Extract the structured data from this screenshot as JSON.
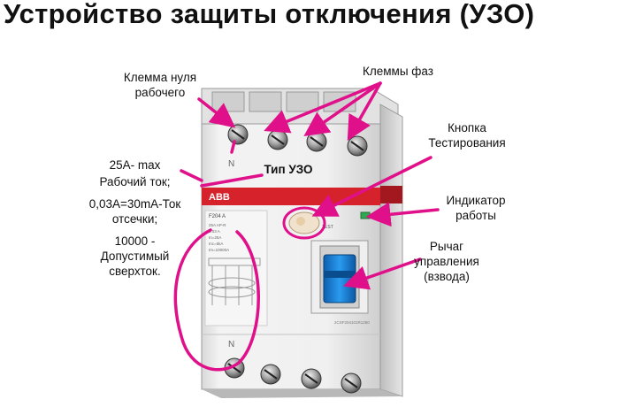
{
  "title": "Устройство защиты отключения (УЗО)",
  "labels": {
    "neutral_terminal": [
      "Клемма нуля",
      "рабочего"
    ],
    "phase_terminals": "Клеммы фаз",
    "test_button": [
      "Кнопка",
      "Тестирования"
    ],
    "rcd_type": "Тип УЗО",
    "indicator": [
      "Индикатор",
      "работы"
    ],
    "lever": [
      "Рычаг",
      "управления",
      "(взвода)"
    ],
    "specs": [
      "25A- max",
      "Рабочий ток;",
      "0,03A=30mA-Ток",
      "отсечки;",
      "10000 -",
      "Допустимый",
      "сверхток."
    ]
  },
  "device": {
    "brand": "ABB",
    "model": "F204 A",
    "top_letter": "N",
    "bottom_letter": "N",
    "test_text": "TEST",
    "specs_small": [
      "25A  AP-R",
      "0.03 A",
      "In=25A",
      "Inc=6kA",
      "Im=10000A"
    ],
    "part_no": "2CSF204101R1250"
  },
  "colors": {
    "arrow": "#e0108a",
    "brand_red": "#d6222a",
    "lever_blue": "#1a7fd4",
    "indicator_green": "#2fa84f"
  }
}
